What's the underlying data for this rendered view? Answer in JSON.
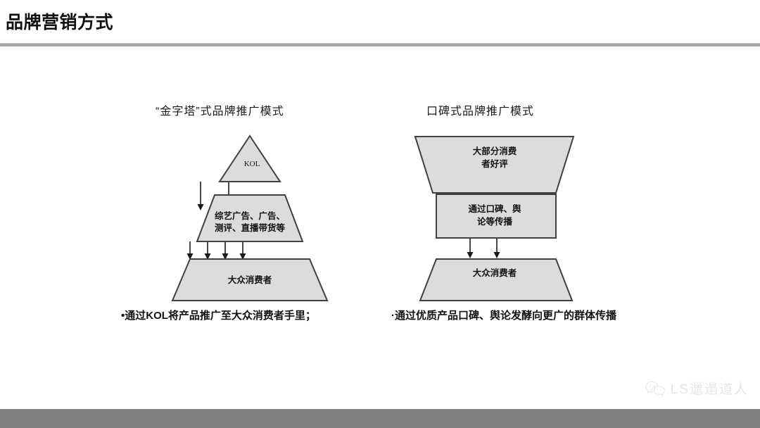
{
  "slide": {
    "title": "品牌营销方式"
  },
  "sections": {
    "pyramid": {
      "heading": "“金字塔”式品牌推广模式",
      "tiers": [
        {
          "id": "kol",
          "label": "KOL"
        },
        {
          "id": "channels",
          "label_line1": "综艺广告、广告、",
          "label_line2": "测评、直播带货等"
        },
        {
          "id": "mass",
          "label": "大众消费者"
        }
      ],
      "bullet": "•通过KOL将产品推广至大众消费者手里；"
    },
    "word_of_mouth": {
      "heading": "口碑式品牌推广模式",
      "tiers": [
        {
          "id": "reviews",
          "label_line1": "大部分消费",
          "label_line2": "者好评"
        },
        {
          "id": "spread",
          "label_line1": "通过口碑、舆",
          "label_line2": "论等传播"
        },
        {
          "id": "mass",
          "label": "大众消费者"
        }
      ],
      "bullet": "·通过优质产品口碑、舆论发酵向更广的群体传播"
    }
  },
  "watermark": {
    "icon": "wechat-icon",
    "label": "LS邋遢道人"
  },
  "colors": {
    "shape_fill": "#dcdcdc",
    "shape_stroke": "#404040",
    "divider": "#a6a6a6",
    "footer": "#808080",
    "text": "#111111"
  }
}
